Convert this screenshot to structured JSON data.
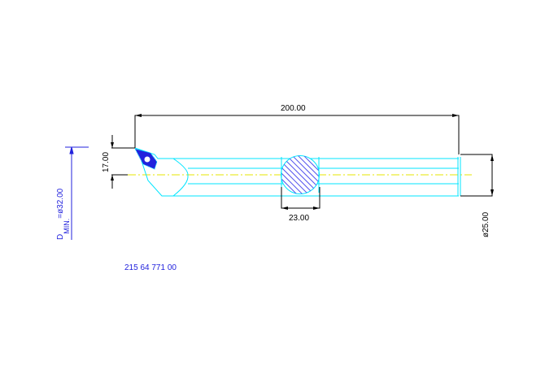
{
  "dimensions": {
    "overall_length": "200.00",
    "head_height": "17.00",
    "shank_width": "23.00",
    "shank_diameter": "ø25.00",
    "min_bore_prefix": "D",
    "min_bore_sub": "MIN.",
    "min_bore_value": "=ø32.00"
  },
  "part_number": "215 64 771 00",
  "colors": {
    "outline": "#00e5ff",
    "dim": "#000000",
    "center": "#e6e600",
    "blue": "#2222dd",
    "hatch": "#5555ee"
  }
}
